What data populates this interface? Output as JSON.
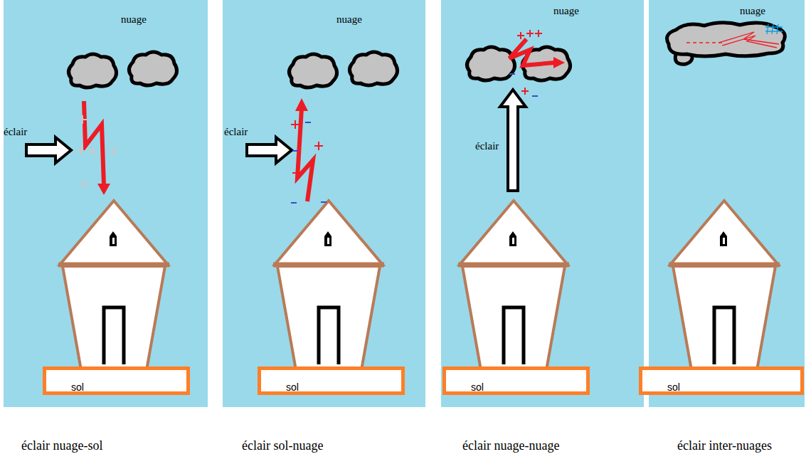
{
  "diagram": {
    "nodes": [
      {
        "text": [
          "nuage",
          "éclair"
        ]
      },
      {
        "text": [
          "sol"
        ],
        "in": 0
      },
      {
        "text": [
          "nuage",
          "éclair"
        ]
      },
      {
        "text": [
          "sol"
        ],
        "in": 2
      },
      {
        "text": [
          "nuage",
          "éclair"
        ]
      },
      {
        "text": [
          "sol"
        ],
        "in": 4
      },
      {
        "text": [
          "nuage"
        ]
      },
      {
        "text": [
          "sol"
        ],
        "in": 6
      }
    ],
    "labels": [
      "éclair nuage-sol",
      "éclair sol-nuage",
      "éclair nuage-nuage",
      "éclair inter-nuages"
    ]
  }
}
